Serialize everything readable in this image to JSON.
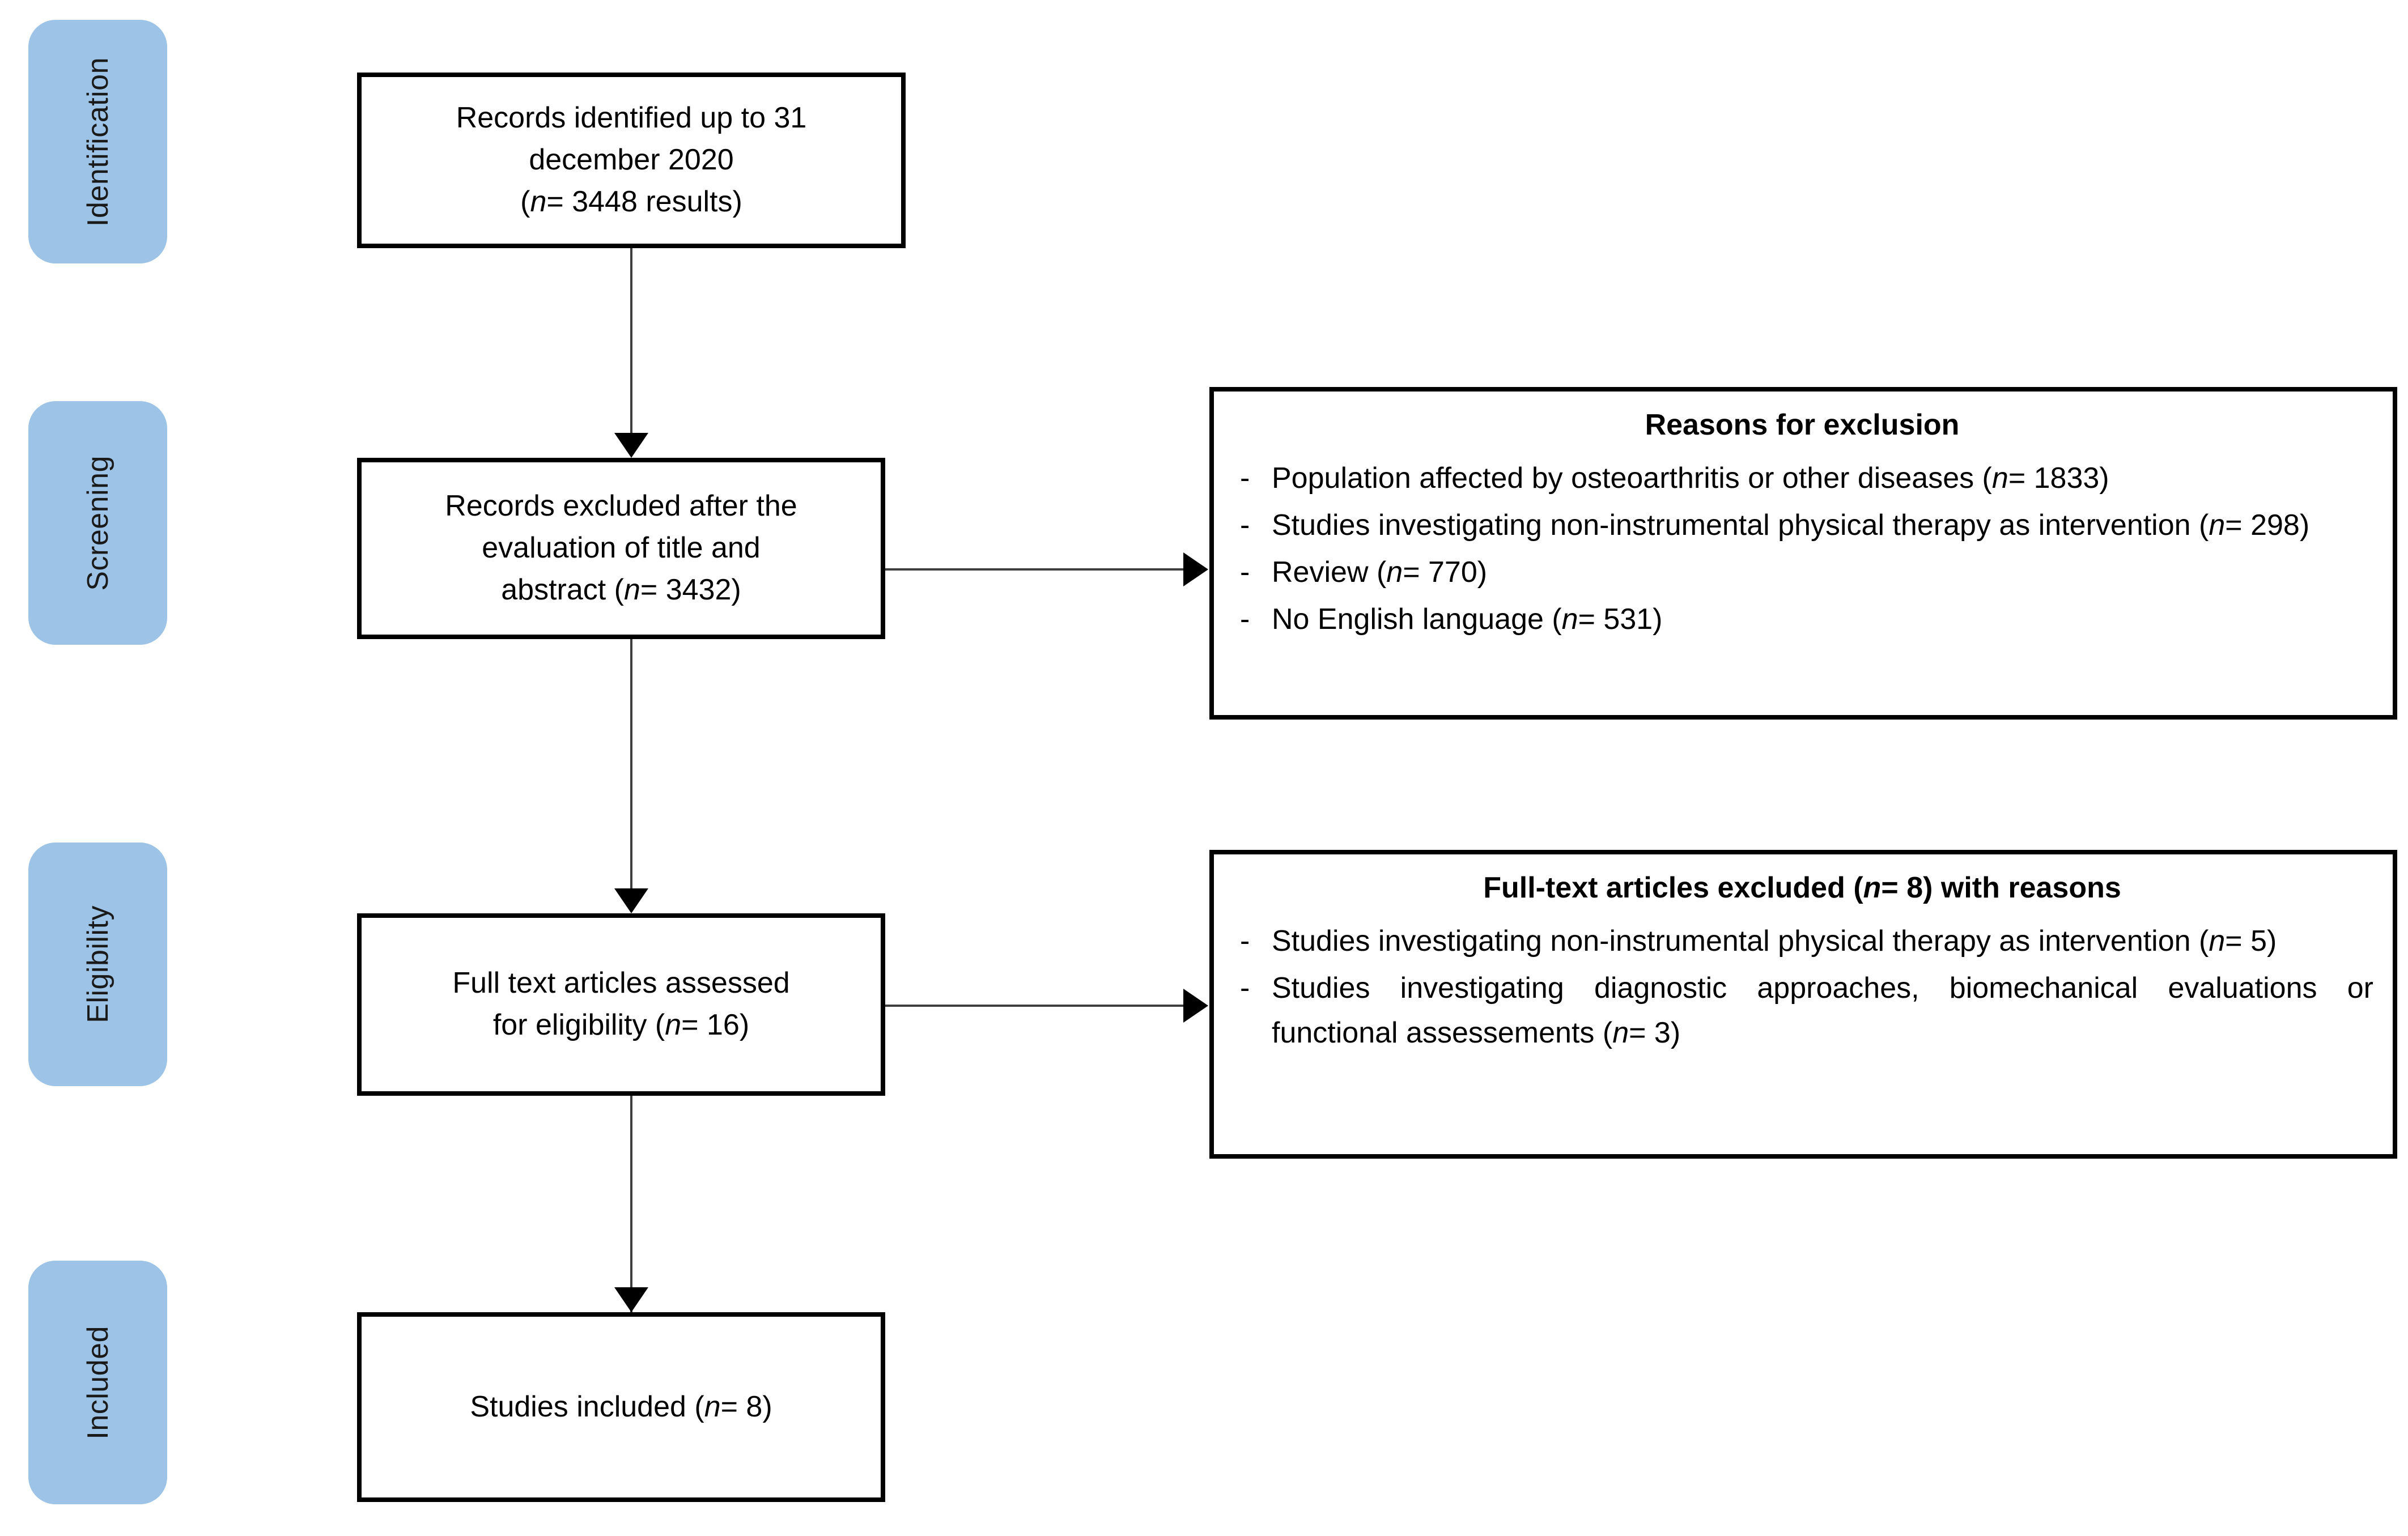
{
  "diagram": {
    "type": "prisma-flow-diagram",
    "title": "PRISMA study selection flow"
  },
  "stages": [
    {
      "id": "identification",
      "label": "Identification"
    },
    {
      "id": "screening",
      "label": "Screening"
    },
    {
      "id": "eligibility",
      "label": "Eligibility"
    },
    {
      "id": "included",
      "label": "Included"
    }
  ],
  "flow_boxes": [
    {
      "id": "records-identified",
      "line1": "Records identified up to 31",
      "line2": "december 2020",
      "line3_prefix": "(",
      "line3_italic": "n",
      "line3_suffix": "= 3448 results)"
    },
    {
      "id": "records-excluded",
      "line1": "Records excluded after the",
      "line2": "evaluation of title and",
      "line3_prefix": "abstract (",
      "line3_italic": "n",
      "line3_suffix": "= 3432)"
    },
    {
      "id": "full-text-assessed",
      "line1": "Full text articles assessed",
      "line2_prefix": "for eligibility (",
      "line2_italic": "n",
      "line2_suffix": "= 16)"
    },
    {
      "id": "studies-included",
      "line1_prefix": "Studies included (",
      "line1_italic": "n",
      "line1_suffix": "= 8)"
    }
  ],
  "reason_boxes": [
    {
      "id": "reasons-for-exclusion",
      "title_plain": "Reasons for exclusion",
      "bullet_glyph": "-",
      "items": [
        {
          "text_before": "Population affected by osteoarthritis or other diseases (",
          "italic": "n",
          "text_after": "= 1833)",
          "justify": false
        },
        {
          "text_before": "Studies investigating non-instrumental physical therapy as intervention (",
          "italic": "n",
          "text_after": "= 298)",
          "justify": true
        },
        {
          "text_before": "Review (",
          "italic": "n",
          "text_after": "= 770)",
          "justify": false
        },
        {
          "text_before": "No English language (",
          "italic": "n",
          "text_after": "= 531)",
          "justify": false
        }
      ]
    },
    {
      "id": "full-text-excluded",
      "title_before": "Full-text articles excluded (",
      "title_italic": "n",
      "title_after": "= 8) with reasons",
      "bullet_glyph": "-",
      "items": [
        {
          "text_before": "Studies investigating non-instrumental physical therapy as intervention (",
          "italic": "n",
          "text_after": "= 5)",
          "justify": true
        },
        {
          "text_before": "Studies investigating diagnostic approaches, biomechanical evaluations or  functional assessements (",
          "italic": "n",
          "text_after": "= 3)",
          "justify": true
        }
      ]
    }
  ],
  "colors": {
    "stage_pill": "#9DC3E6",
    "box_border": "#000000",
    "connector": "#3f3f3f",
    "background": "#ffffff",
    "text": "#000000"
  }
}
